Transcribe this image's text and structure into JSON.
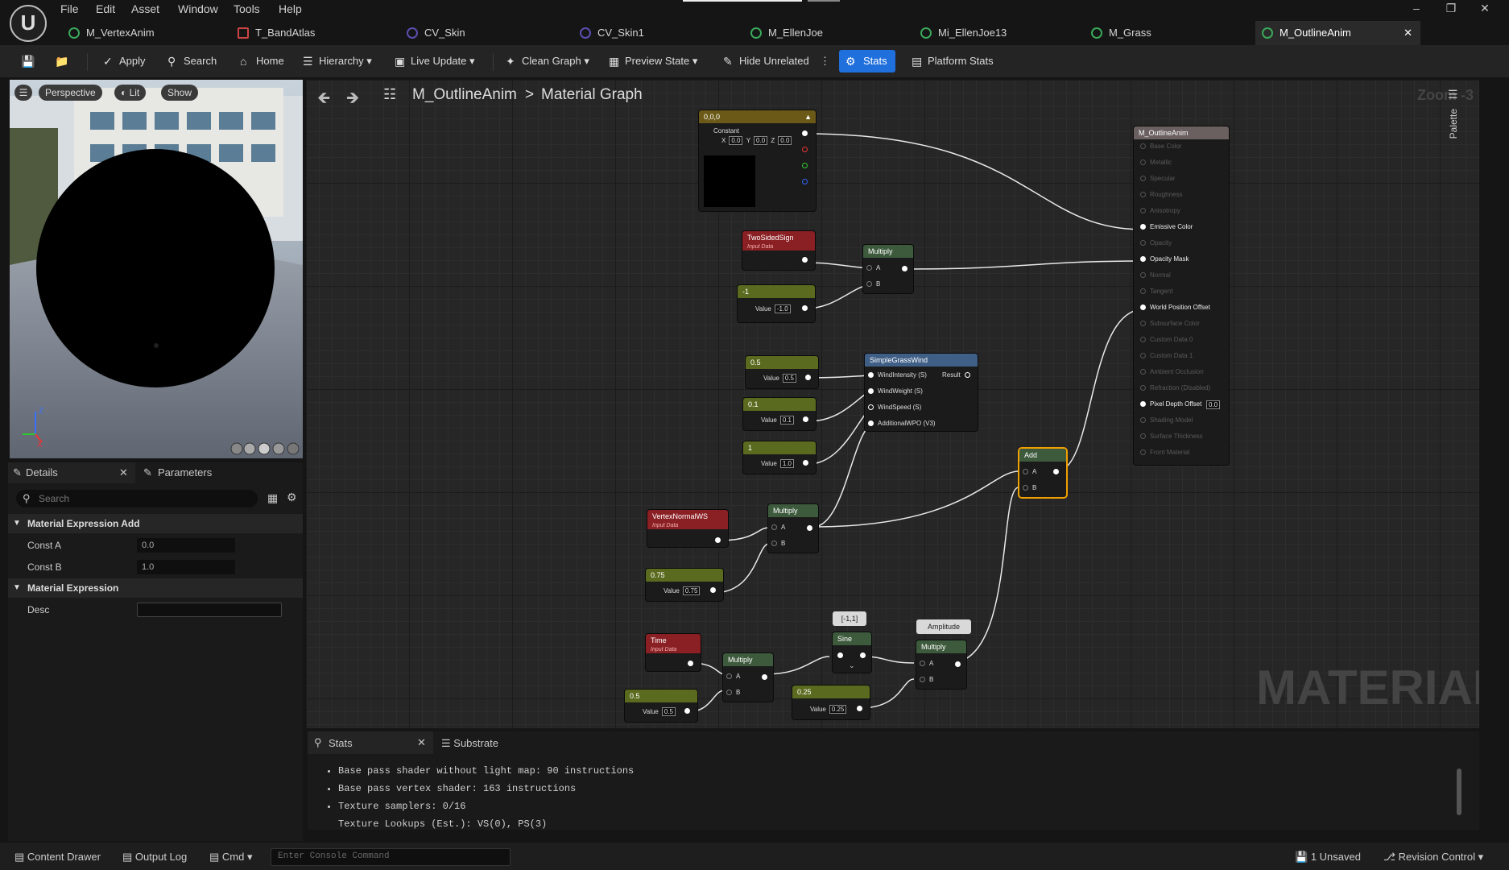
{
  "menu": [
    "File",
    "Edit",
    "Asset",
    "Window",
    "Tools",
    "Help"
  ],
  "tabs": [
    "M_VertexAnim",
    "T_BandAtlas",
    "CV_Skin",
    "CV_Skin1",
    "M_EllenJoe",
    "Mi_EllenJoe13",
    "M_Grass",
    "M_OutlineAnim"
  ],
  "toolbar": {
    "apply": "Apply",
    "search": "Search",
    "home": "Home",
    "hierarchy": "Hierarchy",
    "live_update": "Live Update",
    "clean_graph": "Clean Graph",
    "preview_state": "Preview State",
    "hide_unrelated": "Hide Unrelated",
    "stats": "Stats",
    "platform_stats": "Platform Stats"
  },
  "viewport": {
    "perspective": "Perspective",
    "lit": "Lit",
    "show": "Show"
  },
  "details": {
    "tab_details": "Details",
    "tab_parameters": "Parameters",
    "search_placeholder": "Search",
    "section1": "Material Expression Add",
    "const_a_label": "Const A",
    "const_a": "0.0",
    "const_b_label": "Const B",
    "const_b": "1.0",
    "section2": "Material Expression",
    "desc_label": "Desc",
    "desc": ""
  },
  "graph": {
    "breadcrumb_asset": "M_OutlineAnim",
    "breadcrumb_sep": ">",
    "breadcrumb_graph": "Material Graph",
    "zoom": "Zoom -3",
    "palette": "Palette",
    "watermark": "MATERIAL",
    "nodes": {
      "constant": {
        "title": "0,0,0",
        "sub": "Constant",
        "x": "0.0",
        "y": "0.0",
        "z": "0.0",
        "xl": "X",
        "yl": "Y",
        "zl": "Z"
      },
      "twosided": {
        "title": "TwoSidedSign",
        "sub": "Input Data"
      },
      "neg1": {
        "title": "-1",
        "value_label": "Value",
        "value": "-1.0"
      },
      "mult1": {
        "title": "Multiply",
        "a": "A",
        "b": "B"
      },
      "c05": {
        "title": "0.5",
        "value_label": "Value",
        "value": "0.5"
      },
      "c01": {
        "title": "0.1",
        "value_label": "Value",
        "value": "0.1"
      },
      "c1": {
        "title": "1",
        "value_label": "Value",
        "value": "1.0"
      },
      "grass": {
        "title": "SimpleGrassWind",
        "p1": "WindIntensity (S)",
        "p2": "WindWeight (S)",
        "p3": "WindSpeed (S)",
        "p4": "AdditionalWPO (V3)",
        "result": "Result"
      },
      "vnormal": {
        "title": "VertexNormalWS",
        "sub": "Input Data"
      },
      "mult2": {
        "title": "Multiply",
        "a": "A",
        "b": "B"
      },
      "c075": {
        "title": "0.75",
        "value_label": "Value",
        "value": "0.75"
      },
      "add": {
        "title": "Add",
        "a": "A",
        "b": "B"
      },
      "time": {
        "title": "Time",
        "sub": "Input Data"
      },
      "mult3": {
        "title": "Multiply",
        "a": "A",
        "b": "B"
      },
      "c05b": {
        "title": "0.5",
        "value_label": "Value",
        "value": "0.5"
      },
      "sine_comment": "[-1,1]",
      "sine": {
        "title": "Sine"
      },
      "c025": {
        "title": "0.25",
        "value_label": "Value",
        "value": "0.25"
      },
      "amp_comment": "Amplitude",
      "mult4": {
        "title": "Multiply",
        "a": "A",
        "b": "B"
      },
      "result": {
        "title": "M_OutlineAnim",
        "pins": [
          "Base Color",
          "Metallic",
          "Specular",
          "Roughness",
          "Anisotropy",
          "Emissive Color",
          "Opacity",
          "Opacity Mask",
          "Normal",
          "Tangent",
          "World Position Offset",
          "Subsurface Color",
          "Custom Data 0",
          "Custom Data 1",
          "Ambient Occlusion",
          "Refraction (Disabled)",
          "Pixel Depth Offset",
          "Shading Model",
          "Surface Thickness",
          "Front Material"
        ],
        "pdo_value": "0.0"
      }
    }
  },
  "stats": {
    "tab_stats": "Stats",
    "tab_substrate": "Substrate",
    "lines": [
      "Base pass shader without light map: 90 instructions",
      "Base pass vertex shader: 163 instructions",
      "Texture samplers: 0/16",
      "Texture Lookups (Est.): VS(0), PS(3)"
    ]
  },
  "status": {
    "content_drawer": "Content Drawer",
    "output_log": "Output Log",
    "cmd": "Cmd",
    "console_placeholder": "Enter Console Command",
    "unsaved": "1 Unsaved",
    "revision": "Revision Control"
  },
  "colors": {
    "accent": "#1f6fdc",
    "const_header": "#5a6b1f",
    "input_header": "#8a1f24",
    "math_header": "#3d5a3d",
    "func_header": "#3f5f86",
    "result_header": "#6b6060",
    "selection": "#f0a000"
  }
}
